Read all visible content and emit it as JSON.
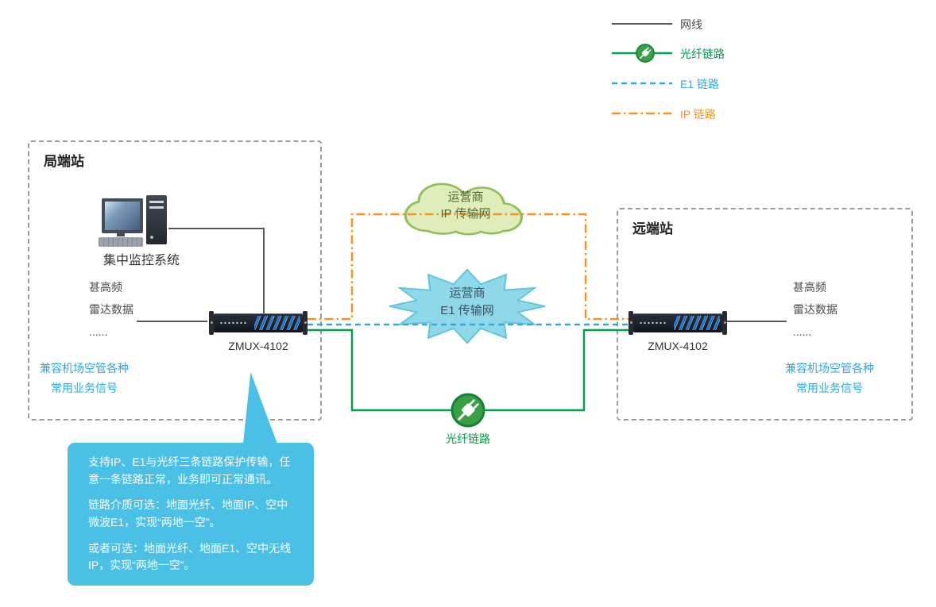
{
  "legend": {
    "items": [
      {
        "label": "网线",
        "type": "wire",
        "color": "#595959"
      },
      {
        "label": "光纤链路",
        "type": "fiber",
        "color": "#009A44"
      },
      {
        "label": "E1 链路",
        "type": "e1",
        "color": "#29ABE2"
      },
      {
        "label": "IP 链路",
        "type": "ip",
        "color": "#F7941D"
      }
    ]
  },
  "left_station": {
    "title": "局端站",
    "monitor_label": "集中监控系统",
    "signals": [
      "甚高频",
      "雷达数据",
      "......"
    ],
    "device_label": "ZMUX-4102",
    "note": [
      "兼容机场空管各种",
      "常用业务信号"
    ]
  },
  "right_station": {
    "title": "远端站",
    "signals": [
      "甚高频",
      "雷达数据",
      "......"
    ],
    "device_label": "ZMUX-4102",
    "note": [
      "兼容机场空管各种",
      "常用业务信号"
    ]
  },
  "network": {
    "ip_cloud": [
      "运营商",
      "IP 传输网"
    ],
    "e1_burst": [
      "运营商",
      "E1 传输网"
    ],
    "fiber_link_label": "光纤链路"
  },
  "callout": {
    "paragraphs": [
      "支持IP、E1与光纤三条链路保护传输，任意一条链路正常，业务即可正常通讯。",
      "链路介质可选：地面光纤、地面IP、空中微波E1，实现“两地一空”。",
      "或者可选：地面光纤、地面E1、空中无线IP，实现“两地一空”。"
    ]
  },
  "colors": {
    "wire": "#595959",
    "fiber": "#009A44",
    "e1": "#29ABE2",
    "ip": "#F7941D",
    "callout_bg": "#4AC0E6",
    "note_text": "#29ABE2",
    "cloud_fill": "#DFEDBB",
    "burst_fill": "#8ED8EA"
  }
}
